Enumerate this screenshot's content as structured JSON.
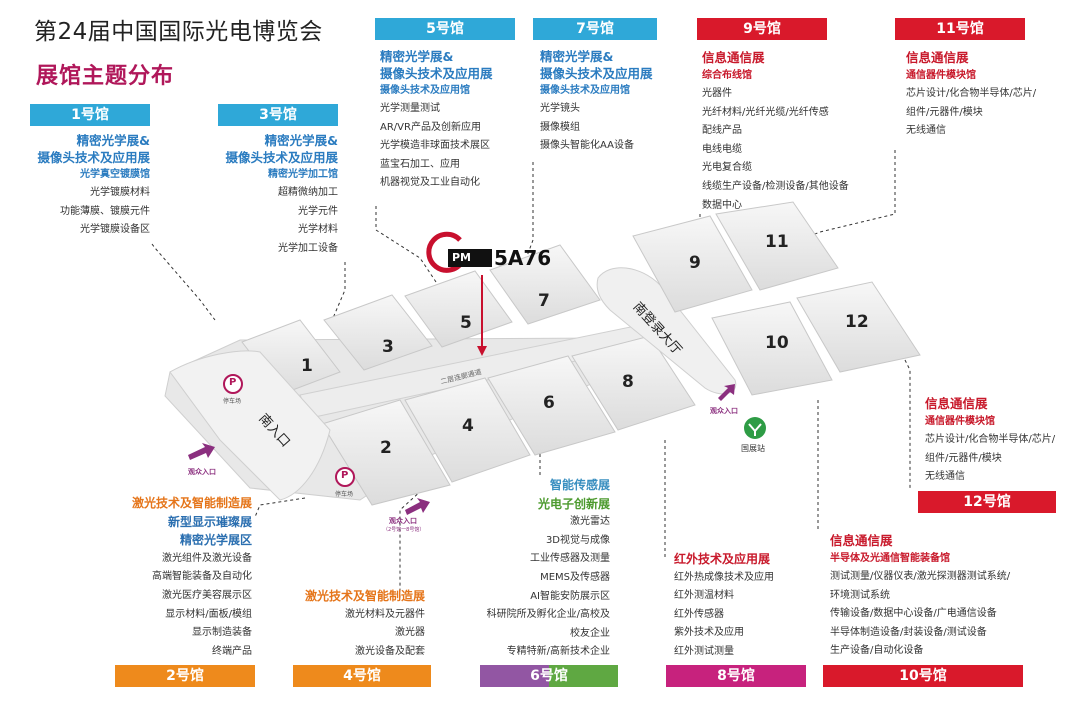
{
  "title": "第24届中国国际光电博览会",
  "subtitle": "展馆主题分布",
  "booth": {
    "logo_text": "PM",
    "code": "5A76"
  },
  "halls": {
    "h1": {
      "header": "1号馆",
      "titles": [
        "精密光学展&",
        "摄像头技术及应用展"
      ],
      "sub": "光学真空镀膜馆",
      "items": [
        "光学镀膜材料",
        "功能薄膜、镀膜元件",
        "光学镀膜设备区"
      ]
    },
    "h3": {
      "header": "3号馆",
      "titles": [
        "精密光学展&",
        "摄像头技术及应用展"
      ],
      "sub": "精密光学加工馆",
      "items": [
        "超精微纳加工",
        "光学元件",
        "光学材料",
        "光学加工设备"
      ]
    },
    "h5": {
      "header": "5号馆",
      "titles": [
        "精密光学展&",
        "摄像头技术及应用展"
      ],
      "sub": "摄像头技术及应用馆",
      "items": [
        "光学测量测试",
        "AR/VR产品及创新应用",
        "光学模造非球面技术展区",
        "蓝宝石加工、应用",
        "机器视觉及工业自动化"
      ]
    },
    "h7": {
      "header": "7号馆",
      "titles": [
        "精密光学展&",
        "摄像头技术及应用展"
      ],
      "sub": "摄像头技术及应用馆",
      "items": [
        "光学镜头",
        "摄像模组",
        "摄像头智能化AA设备"
      ]
    },
    "h9": {
      "header": "9号馆",
      "titles": [
        "信息通信展"
      ],
      "sub": "综合布线馆",
      "items": [
        "光器件",
        "光纤材料/光纤光缆/光纤传感",
        "配线产品",
        "电线电缆",
        "光电复合缆",
        "线缆生产设备/检测设备/其他设备",
        "数据中心"
      ]
    },
    "h11": {
      "header": "11号馆",
      "titles": [
        "信息通信展"
      ],
      "sub": "通信器件模块馆",
      "items": [
        "芯片设计/化合物半导体/芯片/",
        "组件/元器件/模块",
        "无线通信"
      ]
    },
    "h12": {
      "header": "12号馆",
      "titles": [
        "信息通信展"
      ],
      "sub": "通信器件模块馆",
      "items": [
        "芯片设计/化合物半导体/芯片/",
        "组件/元器件/模块",
        "无线通信"
      ]
    },
    "h2": {
      "header": "2号馆",
      "titles": [
        "激光技术及智能制造展",
        "新型显示璀璨展",
        "精密光学展区"
      ],
      "items": [
        "激光组件及激光设备",
        "高端智能装备及自动化",
        "激光医疗美容展示区",
        "显示材料/面板/模组",
        "显示制造装备",
        "终端产品"
      ]
    },
    "h4": {
      "header": "4号馆",
      "titles": [
        "激光技术及智能制造展"
      ],
      "items": [
        "激光材料及元器件",
        "激光器",
        "激光设备及配套"
      ]
    },
    "h6": {
      "header": "6号馆",
      "titles": [
        "智能传感展",
        "光电子创新展"
      ],
      "items": [
        "激光雷达",
        "3D视觉与成像",
        "工业传感器及测量",
        "MEMS及传感器",
        "AI智能安防展示区",
        "科研院所及孵化企业/高校及",
        "校友企业",
        "专精特新/高新技术企业"
      ]
    },
    "h8": {
      "header": "8号馆",
      "titles": [
        "红外技术及应用展"
      ],
      "items": [
        "红外热成像技术及应用",
        "红外测温材料",
        "红外传感器",
        "紫外技术及应用",
        "红外测试测量"
      ]
    },
    "h10": {
      "header": "10号馆",
      "titles": [
        "信息通信展"
      ],
      "sub": "半导体及光通信智能装备馆",
      "items": [
        "测试测量/仪器仪表/激光探测器测试系统/",
        "环境测试系统",
        "传输设备/数据中心设备/广电通信设备",
        "半导体制造设备/封装设备/测试设备",
        "生产设备/自动化设备"
      ]
    }
  },
  "map": {
    "hall_numbers": [
      "1",
      "2",
      "3",
      "4",
      "5",
      "6",
      "7",
      "8",
      "9",
      "10",
      "11",
      "12"
    ],
    "south_entrance": "南入口",
    "south_hall": "南登录大厅",
    "corridor": "二层连廊通道",
    "parking_label": "停车场",
    "parking_symbol": "P",
    "visitor_entrance": "观众入口",
    "visitor_entrance_sub": "（2号馆一8号馆）",
    "metro_label": "国展站"
  },
  "colors": {
    "blue": "#2fa8d8",
    "red": "#d9192b",
    "orange": "#ee8a1c",
    "purple": "#9256a3",
    "green": "#5fa842",
    "pink": "#c7227d",
    "magenta_title": "#b0175a"
  }
}
